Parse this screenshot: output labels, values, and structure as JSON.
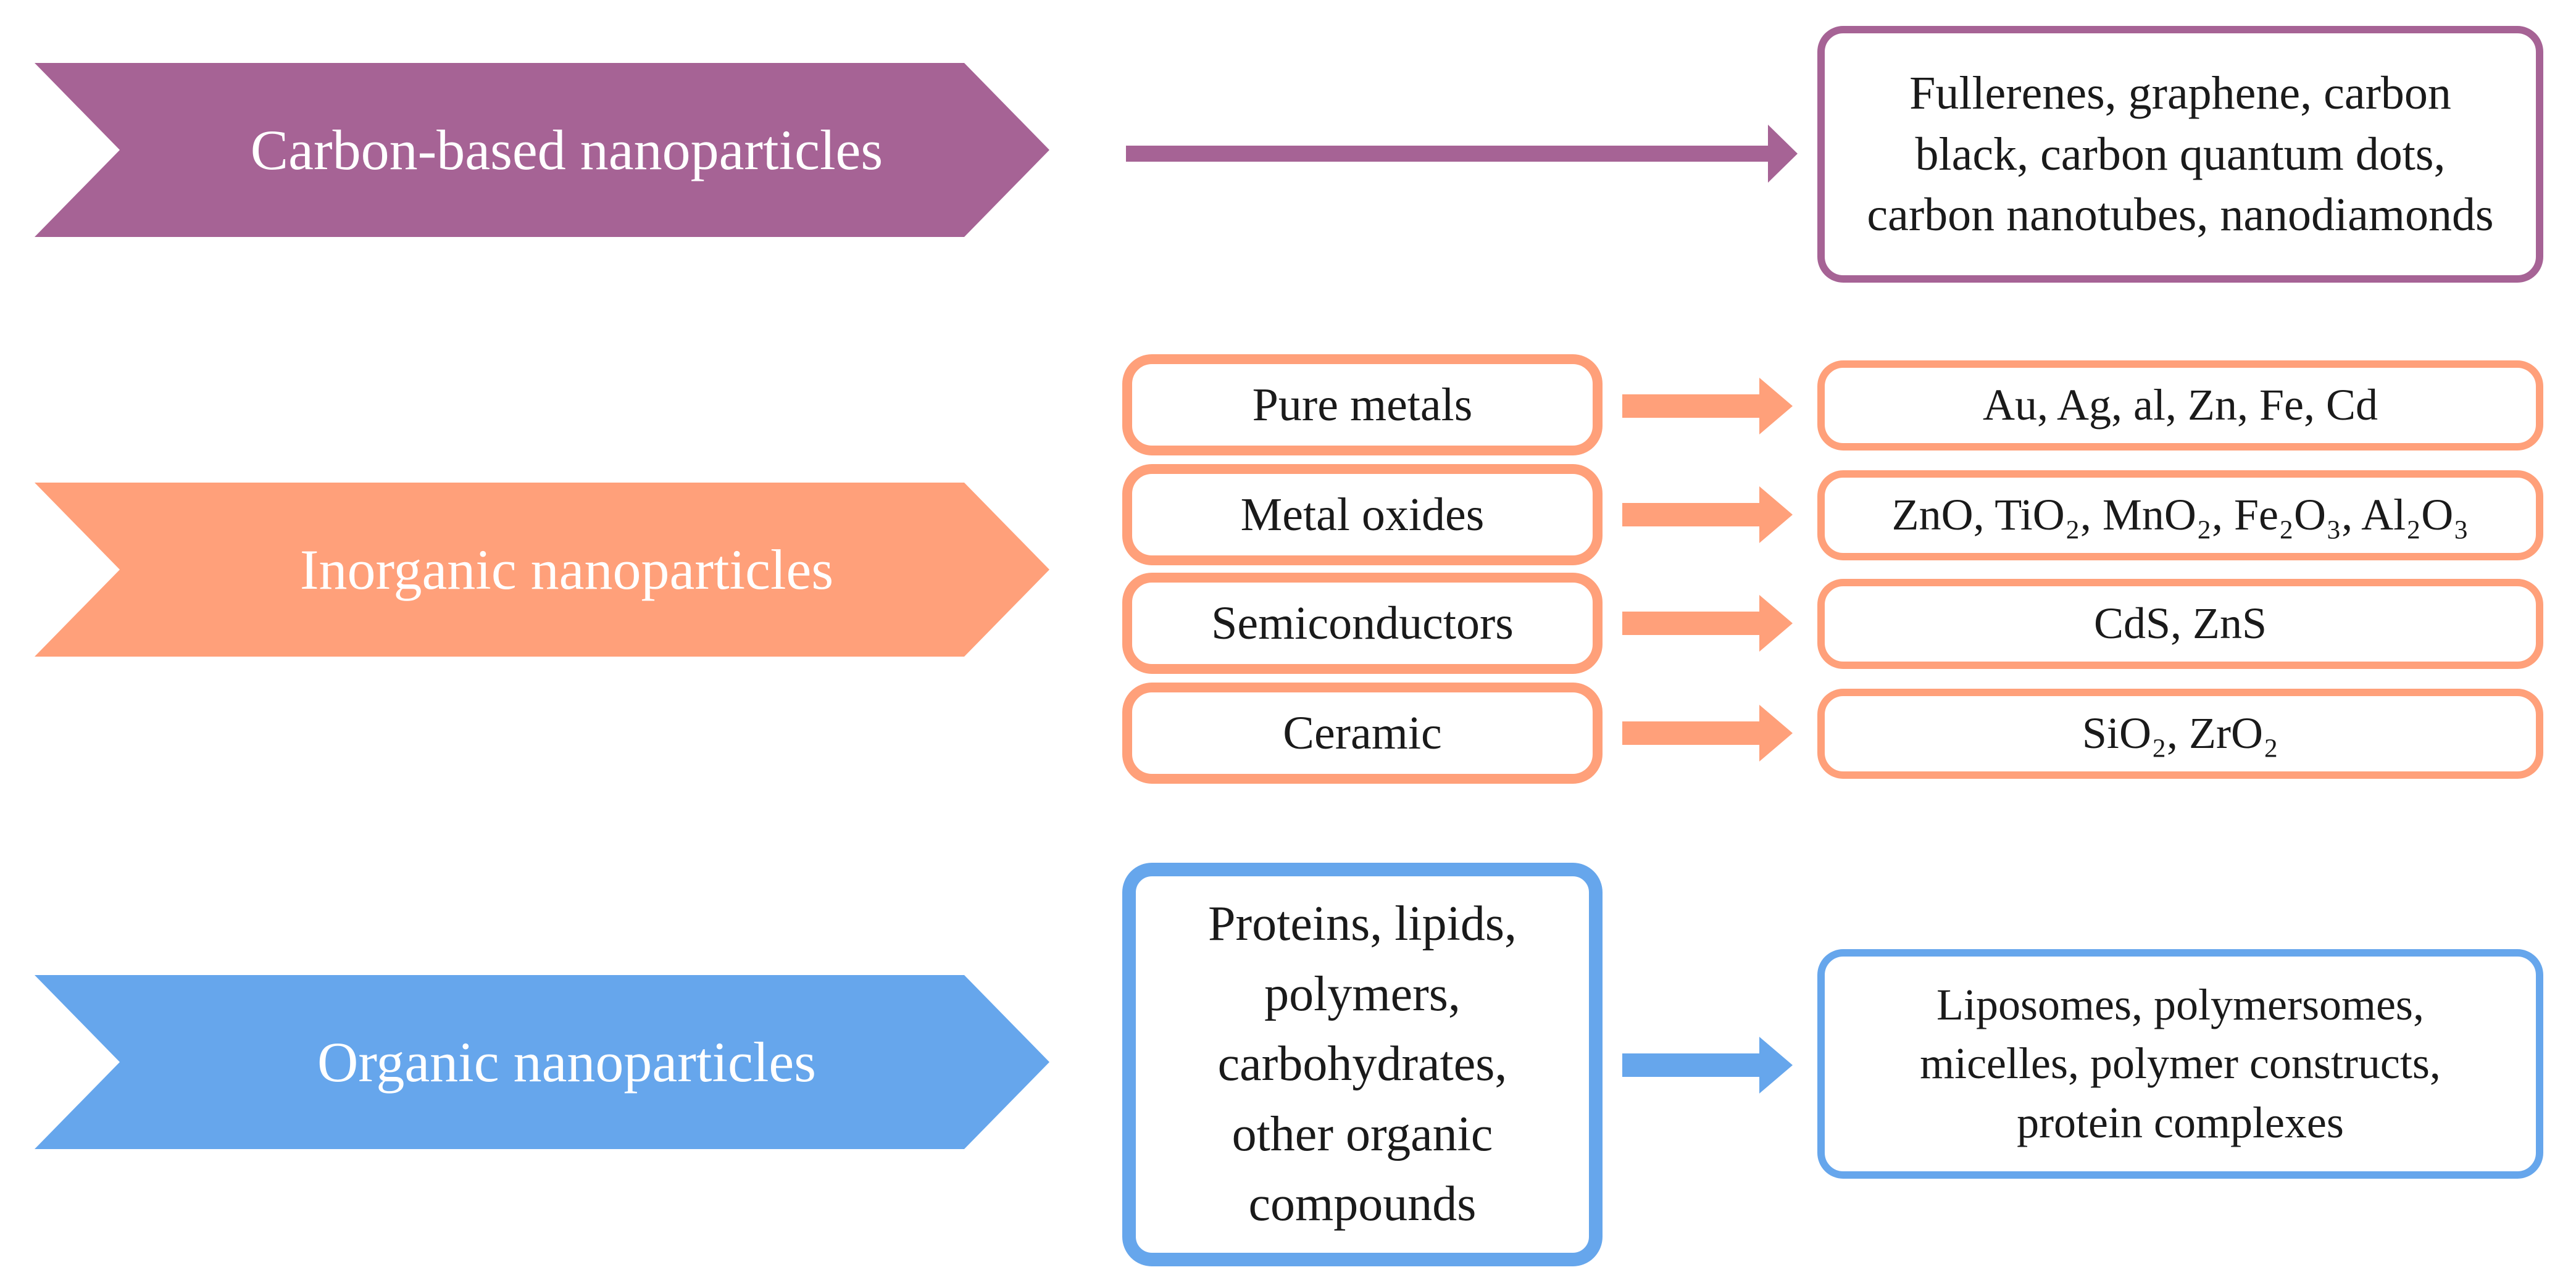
{
  "colors": {
    "carbon": "#a66395",
    "inorganic": "#ffa07a",
    "organic": "#66a6ec"
  },
  "categories": {
    "carbon": "Carbon-based nanoparticles",
    "inorganic": "Inorganic nanoparticles",
    "organic": "Organic nanoparticles"
  },
  "carbon_examples": {
    "line1": "Fullerenes, graphene, carbon",
    "line2": "black, carbon quantum dots,",
    "line3": "carbon nanotubes, nanodiamonds"
  },
  "inorganic_types": {
    "pure_metals": "Pure metals",
    "metal_oxides": "Metal oxides",
    "semiconductors": "Semiconductors",
    "ceramic": "Ceramic"
  },
  "inorganic_examples": {
    "pure_metals": "Au, Ag, al, Zn, Fe, Cd",
    "metal_oxides": "ZnO, TiO₂, MnO₂, Fe₂O₃, Al₂O₃",
    "semiconductors": "CdS, ZnS",
    "ceramic": "SiO₂, ZrO₂"
  },
  "organic_sources": {
    "line1": "Proteins, lipids,",
    "line2": "polymers,",
    "line3": "carbohydrates,",
    "line4": "other organic",
    "line5": "compounds"
  },
  "organic_examples": {
    "line1": "Liposomes, polymersomes,",
    "line2": "micelles, polymer constructs,",
    "line3": "protein complexes"
  }
}
